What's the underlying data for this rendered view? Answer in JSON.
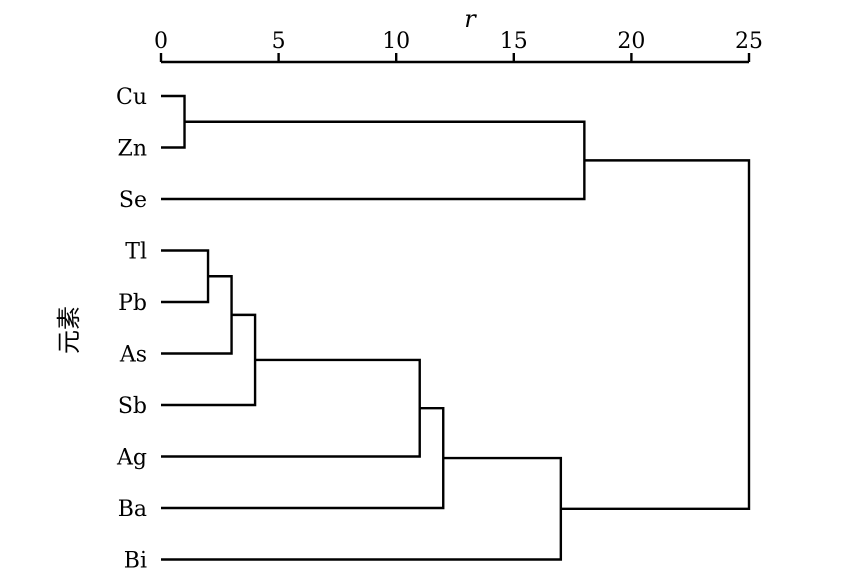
{
  "chart_data": {
    "type": "dendrogram",
    "x_label": "r",
    "y_label": "元素",
    "x_range": [
      0,
      25
    ],
    "x_ticks": [
      "0",
      "5",
      "10",
      "15",
      "20",
      "25"
    ],
    "x_axis_position": "top",
    "leaves": [
      "Cu",
      "Zn",
      "Se",
      "Tl",
      "Pb",
      "As",
      "Sb",
      "Ag",
      "Ba",
      "Bi"
    ],
    "merges": [
      {
        "id": "c1",
        "children": [
          "Cu",
          "Zn"
        ],
        "distance": 1
      },
      {
        "id": "c2",
        "children": [
          "c1",
          "Se"
        ],
        "distance": 18
      },
      {
        "id": "c3",
        "children": [
          "Tl",
          "Pb"
        ],
        "distance": 2
      },
      {
        "id": "c4",
        "children": [
          "c3",
          "As"
        ],
        "distance": 3
      },
      {
        "id": "c5",
        "children": [
          "c4",
          "Sb"
        ],
        "distance": 4
      },
      {
        "id": "c6",
        "children": [
          "c5",
          "Ag"
        ],
        "distance": 11
      },
      {
        "id": "c7",
        "children": [
          "c6",
          "Ba"
        ],
        "distance": 12
      },
      {
        "id": "c8",
        "children": [
          "c7",
          "Bi"
        ],
        "distance": 17
      },
      {
        "id": "c9",
        "children": [
          "c2",
          "c8"
        ],
        "distance": 25
      }
    ]
  }
}
